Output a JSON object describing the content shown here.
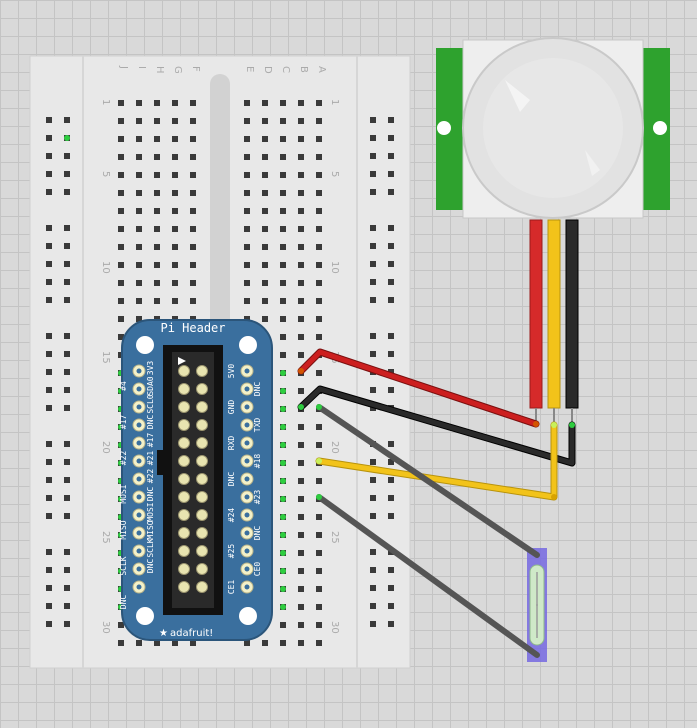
{
  "breadboard": {
    "column_letters": [
      "J",
      "I",
      "H",
      "G",
      "F",
      "E",
      "D",
      "C",
      "B",
      "A"
    ],
    "row_numbers_left": [
      "1",
      "5",
      "10",
      "15",
      "20",
      "25",
      "30"
    ],
    "row_numbers_right": [
      "1",
      "5",
      "10",
      "15",
      "20",
      "25",
      "30"
    ]
  },
  "pi_header": {
    "title": "Pi Header",
    "brand": "adafruit!",
    "left_labels": [
      "3V3",
      "SDA0",
      "SCL0",
      "DNC",
      "#17",
      "#21",
      "#22",
      "DNC",
      "MOSI",
      "MISO",
      "SCLK",
      "DNC"
    ],
    "left_outer_labels": [
      "#4",
      "#17",
      "#22",
      "MOSI",
      "MISO",
      "SCLK",
      "DNC"
    ],
    "right_labels": [
      "5V0",
      "DNC",
      "GND",
      "TXD",
      "RXD",
      "#18",
      "DNC",
      "#23",
      "#24",
      "DNC",
      "#25",
      "CE0",
      "CE1"
    ]
  },
  "colors": {
    "red_wire": "#cc1f1f",
    "black_wire": "#222222",
    "yellow_wire": "#f2c31a",
    "gray_wire": "#555555",
    "pcb_blue": "#3a6f9e",
    "sensor_green": "#2ea22e"
  }
}
